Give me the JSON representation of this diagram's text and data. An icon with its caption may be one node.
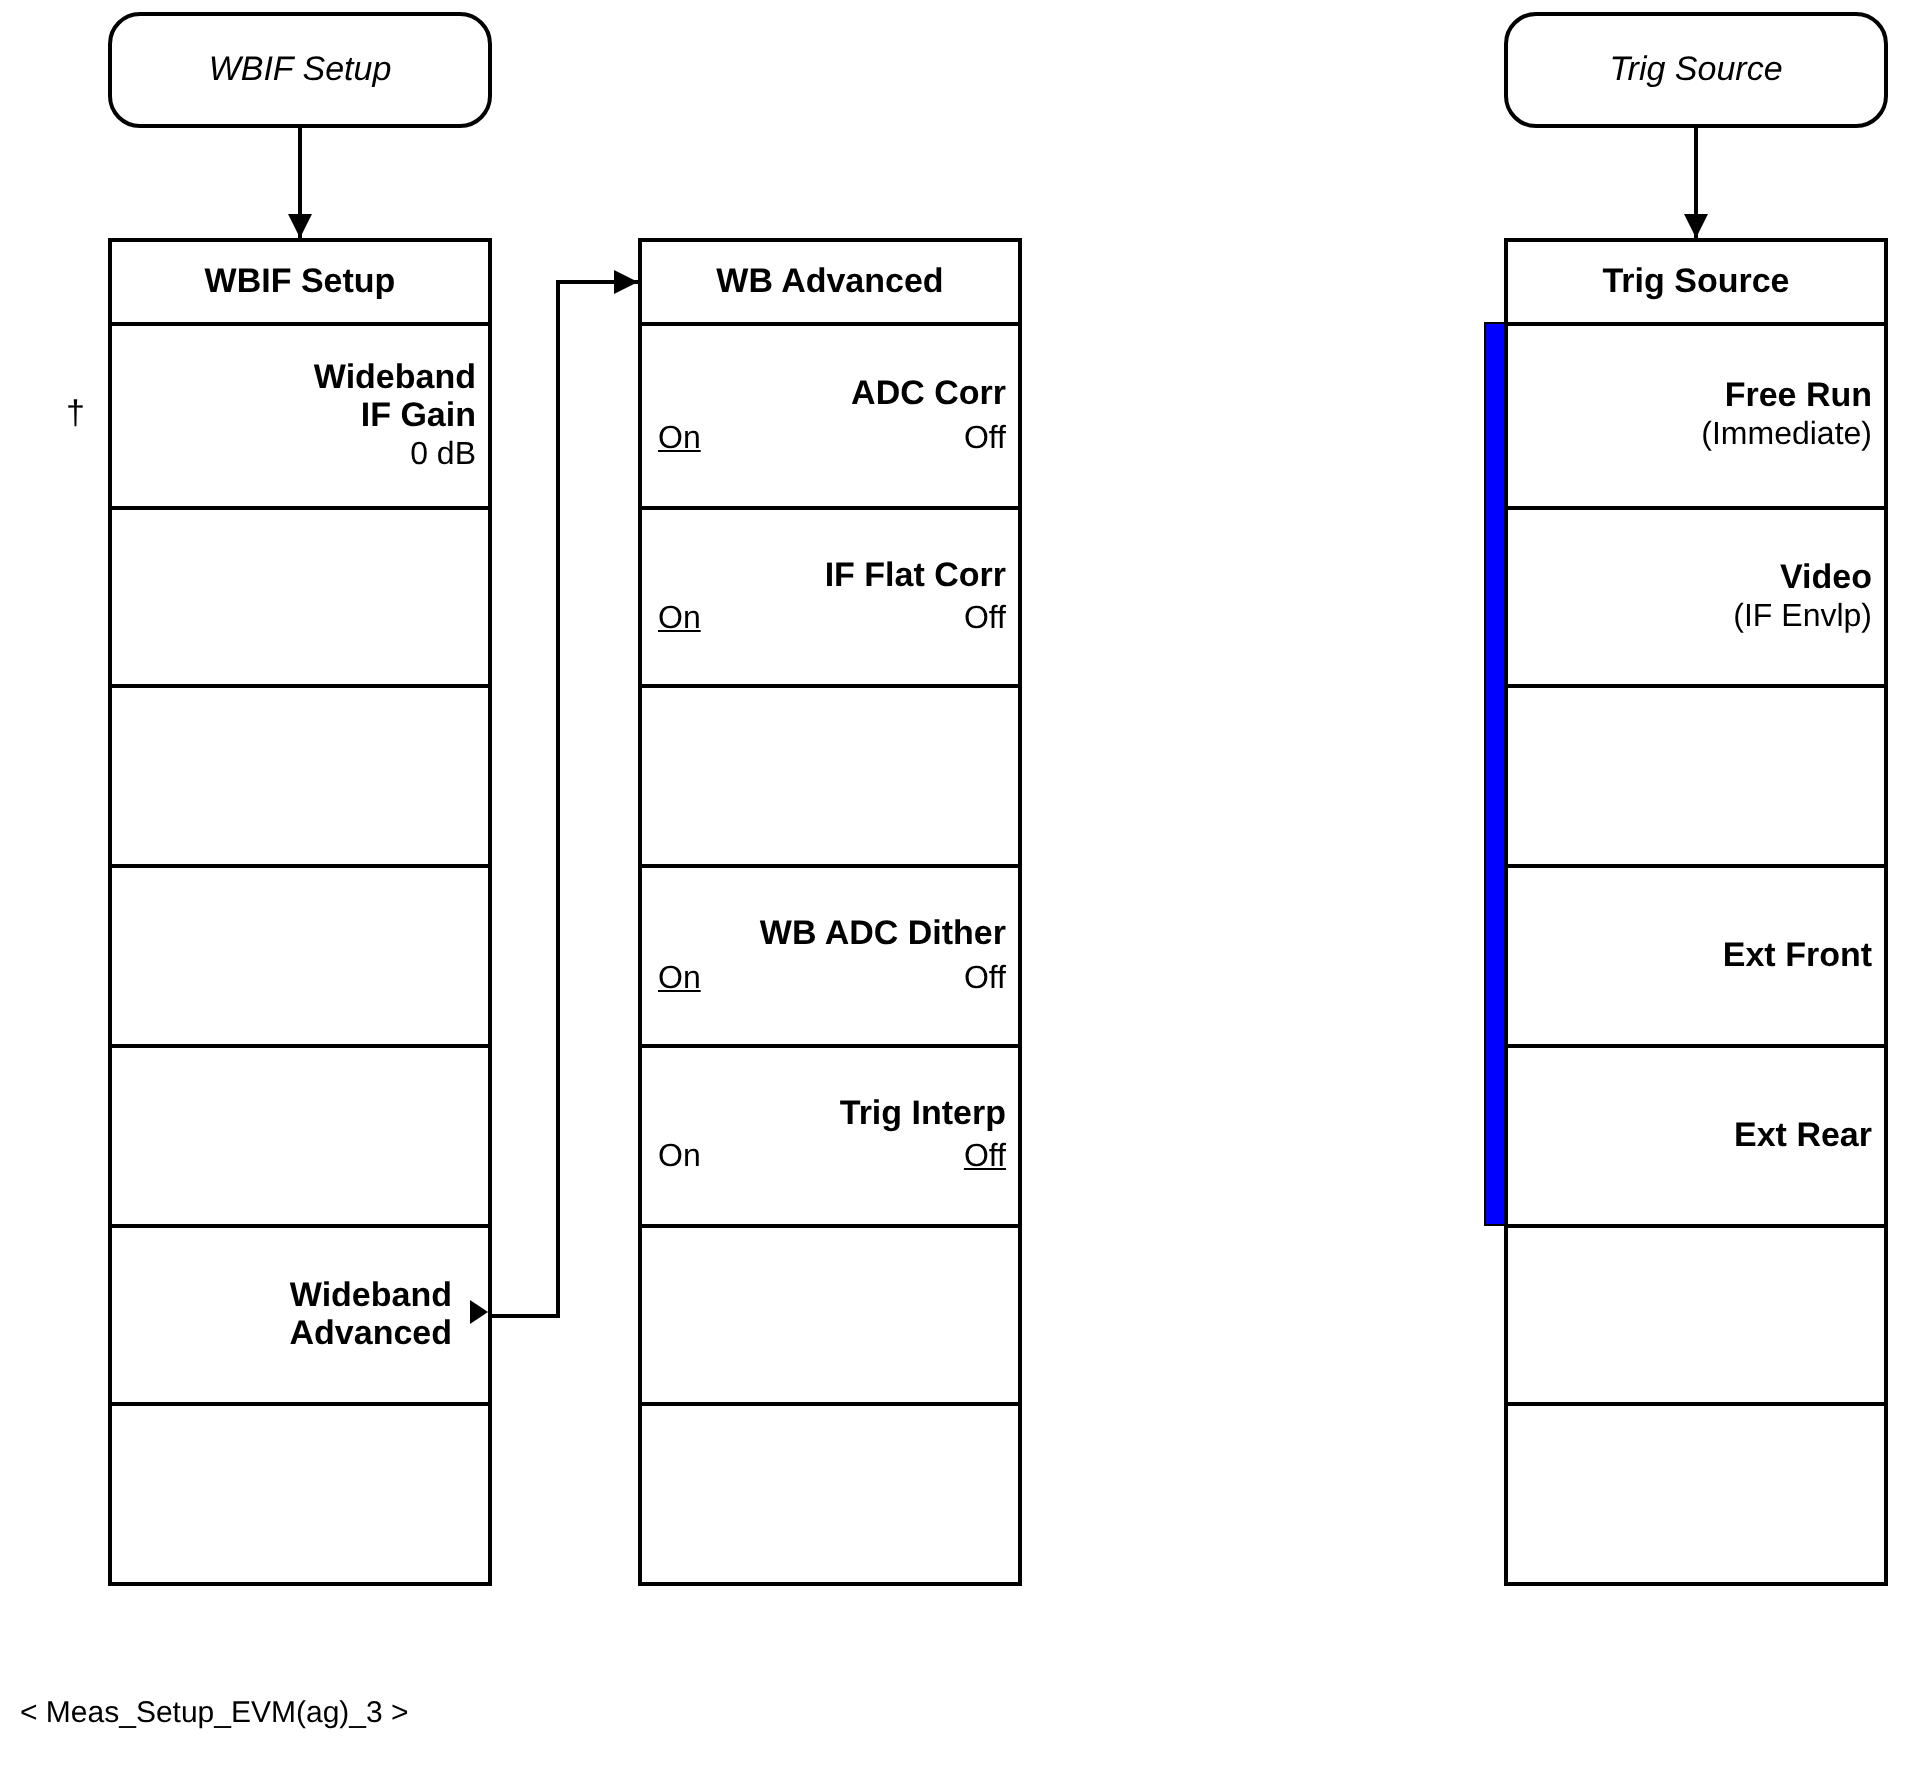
{
  "diagram": {
    "nodes": [
      {
        "text": [
          "WBIF Setup"
        ]
      },
      {
        "text": [
          "WBIF Setup"
        ]
      },
      {
        "text": [
          "Wideband IF Gain",
          "0 dB"
        ],
        "in": 1
      },
      {
        "text": [],
        "shape": "box",
        "in": 1
      },
      {
        "text": [],
        "shape": "box",
        "in": 1
      },
      {
        "text": [],
        "shape": "box",
        "in": 1
      },
      {
        "text": [],
        "shape": "box",
        "in": 1
      },
      {
        "text": [
          "Wideband Advanced"
        ],
        "in": 1
      },
      {
        "text": [],
        "shape": "box",
        "in": 1
      },
      {
        "text": [
          "WB Advanced"
        ]
      },
      {
        "text": [
          "ADC Corr",
          "On",
          "Off"
        ],
        "in": 9
      },
      {
        "text": [
          "IF Flat Corr",
          "On",
          "Off"
        ],
        "in": 9
      },
      {
        "text": [],
        "shape": "box",
        "in": 9
      },
      {
        "text": [
          "WB ADC Dither",
          "On",
          "Off"
        ],
        "in": 9
      },
      {
        "text": [
          "Trig Interp",
          "On",
          "Off"
        ],
        "in": 9
      },
      {
        "text": [],
        "shape": "box",
        "in": 9
      },
      {
        "text": [],
        "shape": "box",
        "in": 9
      },
      {
        "text": [
          "Trig Source"
        ]
      },
      {
        "text": [
          "Trig Source"
        ]
      },
      {
        "text": [
          "Free Run",
          "(Immediate)"
        ],
        "in": 18
      },
      {
        "text": [
          "Video",
          "(IF Envlp)"
        ],
        "in": 18
      },
      {
        "text": [],
        "shape": "box",
        "in": 18
      },
      {
        "text": [
          "Ext Front"
        ],
        "in": 18
      },
      {
        "text": [
          "Ext Rear"
        ],
        "in": 18
      },
      {
        "text": [],
        "shape": "box",
        "in": 18
      },
      {
        "text": [],
        "shape": "box",
        "in": 18
      }
    ],
    "edges": [
      {
        "from": 0,
        "to": 1,
        "arrow": "to"
      },
      {
        "from": 7,
        "to": 9,
        "arrow": "to"
      },
      {
        "from": 17,
        "to": 18,
        "arrow": "to"
      }
    ],
    "labels": [
      "†",
      "< Meas_Setup_EVM(ag)_3 >"
    ]
  }
}
